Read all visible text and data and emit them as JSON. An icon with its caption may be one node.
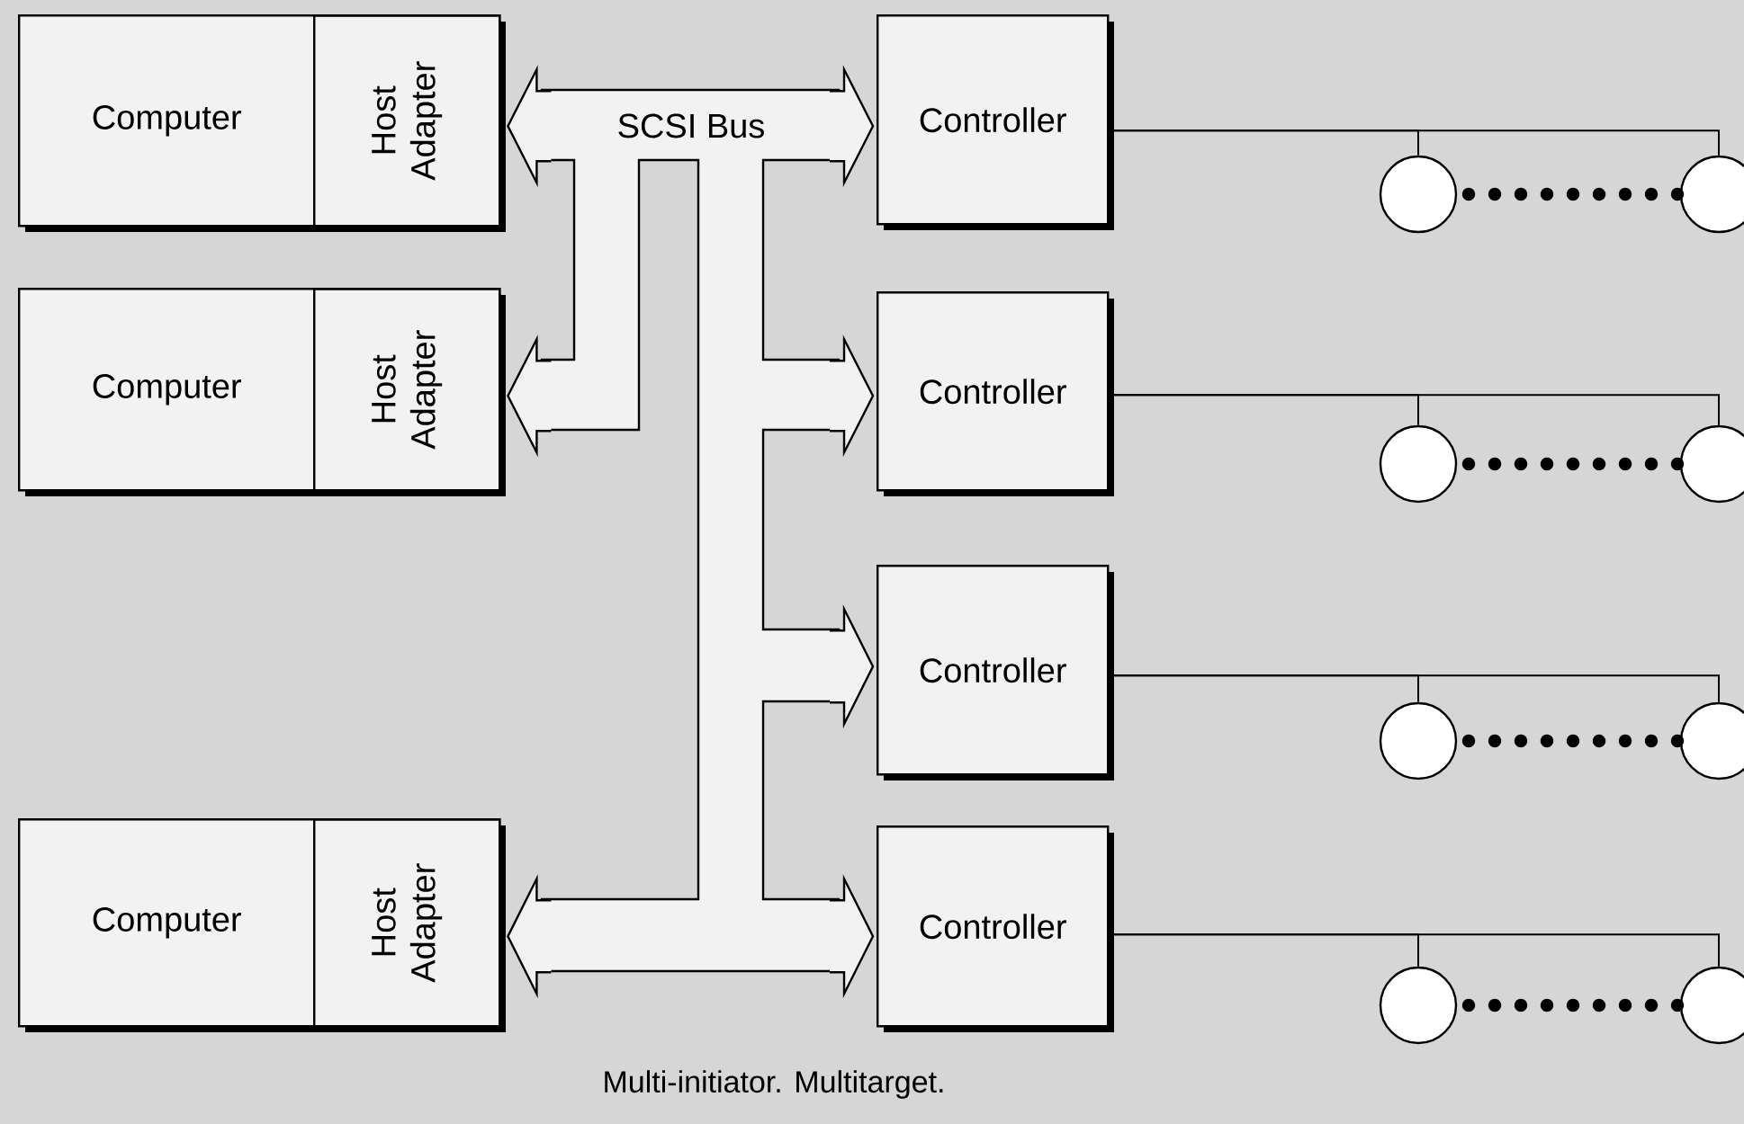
{
  "diagram": {
    "caption": "Multi-initiator. Multitarget.",
    "nodes": [
      {
        "text": [
          "Computer"
        ]
      },
      {
        "text": [
          "Host Adapter"
        ],
        "in": 0
      },
      {
        "text": [
          "Computer"
        ]
      },
      {
        "text": [
          "Host Adapter"
        ],
        "in": 2
      },
      {
        "text": [
          "Computer"
        ]
      },
      {
        "text": [
          "Host Adapter"
        ],
        "in": 4
      },
      {
        "text": [
          "SCSI Bus"
        ]
      },
      {
        "text": [
          "Controller"
        ]
      },
      {
        "text": [
          "Controller"
        ]
      },
      {
        "text": [
          "Controller"
        ]
      },
      {
        "text": [
          "Controller"
        ]
      },
      {
        "text": [],
        "shape": "circle"
      },
      {
        "text": [],
        "shape": "circle"
      },
      {
        "text": [],
        "shape": "circle"
      },
      {
        "text": [],
        "shape": "circle"
      },
      {
        "text": [],
        "shape": "circle"
      },
      {
        "text": [],
        "shape": "circle"
      },
      {
        "text": [],
        "shape": "circle"
      },
      {
        "text": [],
        "shape": "circle"
      }
    ],
    "edges": [
      {
        "from": 6,
        "to": 1,
        "arrow": "to"
      },
      {
        "from": 6,
        "to": 7,
        "arrow": "to"
      },
      {
        "from": 6,
        "to": 3,
        "arrow": "to"
      },
      {
        "from": 6,
        "to": 8,
        "arrow": "to"
      },
      {
        "from": 6,
        "to": 9,
        "arrow": "to"
      },
      {
        "from": 6,
        "to": 5,
        "arrow": "to"
      },
      {
        "from": 6,
        "to": 10,
        "arrow": "to"
      },
      {
        "from": 7,
        "to": 11,
        "arrow": "none"
      },
      {
        "from": 7,
        "to": 12,
        "arrow": "none"
      },
      {
        "from": 8,
        "to": 13,
        "arrow": "none"
      },
      {
        "from": 8,
        "to": 14,
        "arrow": "none"
      },
      {
        "from": 9,
        "to": 15,
        "arrow": "none"
      },
      {
        "from": 9,
        "to": 16,
        "arrow": "none"
      },
      {
        "from": 10,
        "to": 17,
        "arrow": "none"
      },
      {
        "from": 10,
        "to": 18,
        "arrow": "none"
      }
    ]
  }
}
